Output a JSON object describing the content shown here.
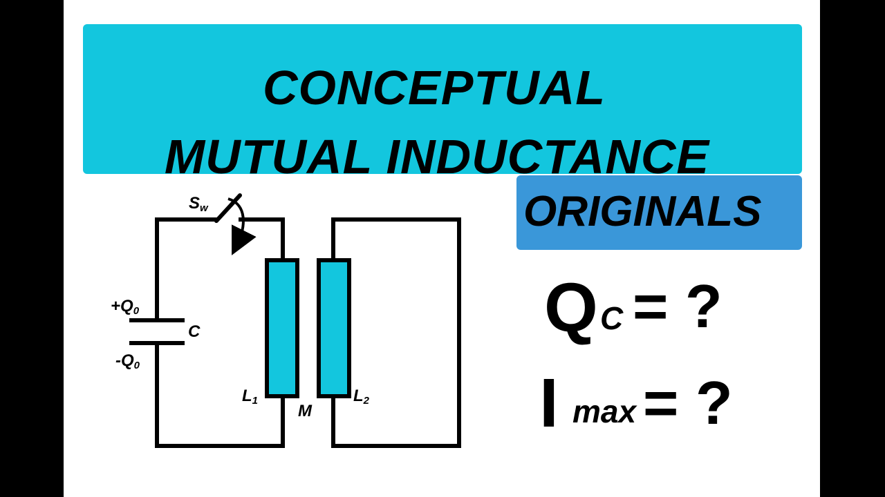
{
  "title": {
    "line1": "CONCEPTUAL",
    "line2": "MUTUAL INDUCTANCE"
  },
  "tag": "ORIGINALS",
  "equations": {
    "q": {
      "main": "Q",
      "sub": "C",
      "rest": "= ?"
    },
    "i": {
      "main": "I",
      "sub": "max",
      "rest": "= ?"
    }
  },
  "circuit": {
    "switch": {
      "main": "S",
      "sub": "w"
    },
    "plus_charge": {
      "main": "+Q",
      "sub": "0"
    },
    "minus_charge": {
      "main": "-Q",
      "sub": "0"
    },
    "capacitor": "C",
    "inductor1": {
      "main": "L",
      "sub": "1"
    },
    "inductor2": {
      "main": "L",
      "sub": "2"
    },
    "mutual": "M"
  },
  "colors": {
    "banner": "#13c6de",
    "tag": "#3a97d9",
    "inductor_fill": "#13c6de",
    "wire": "#000000"
  }
}
